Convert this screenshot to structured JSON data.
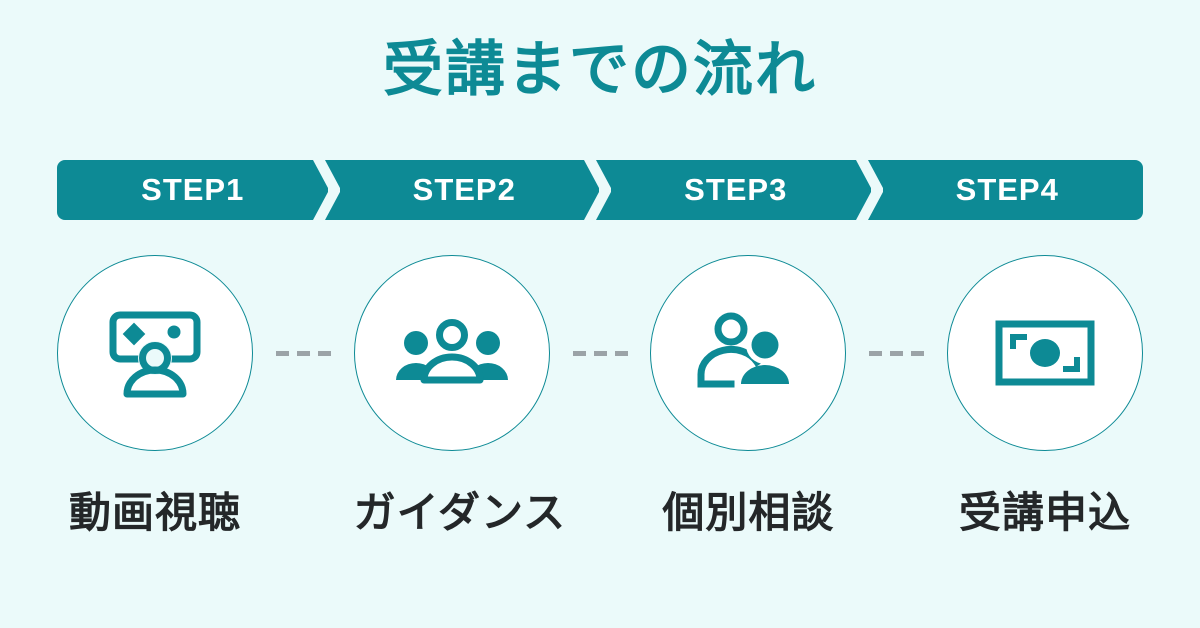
{
  "page": {
    "background_color": "#EBFAFA",
    "accent_color": "#0D8A95",
    "text_color": "#242729",
    "connector_color": "#9BA3A7"
  },
  "header": {
    "title": "受講までの流れ"
  },
  "steps": [
    {
      "badge": "STEP1",
      "icon": "video-watching-icon",
      "caption": "動画視聴"
    },
    {
      "badge": "STEP2",
      "icon": "group-of-people-icon",
      "caption": "ガイダンス"
    },
    {
      "badge": "STEP3",
      "icon": "two-people-consultation-icon",
      "caption": "個別相談"
    },
    {
      "badge": "STEP4",
      "icon": "banknote-icon",
      "caption": "受講申込"
    }
  ],
  "connectors": {
    "dash_count": 3,
    "between": [
      "STEP1-STEP2",
      "STEP2-STEP3",
      "STEP3-STEP4"
    ]
  }
}
